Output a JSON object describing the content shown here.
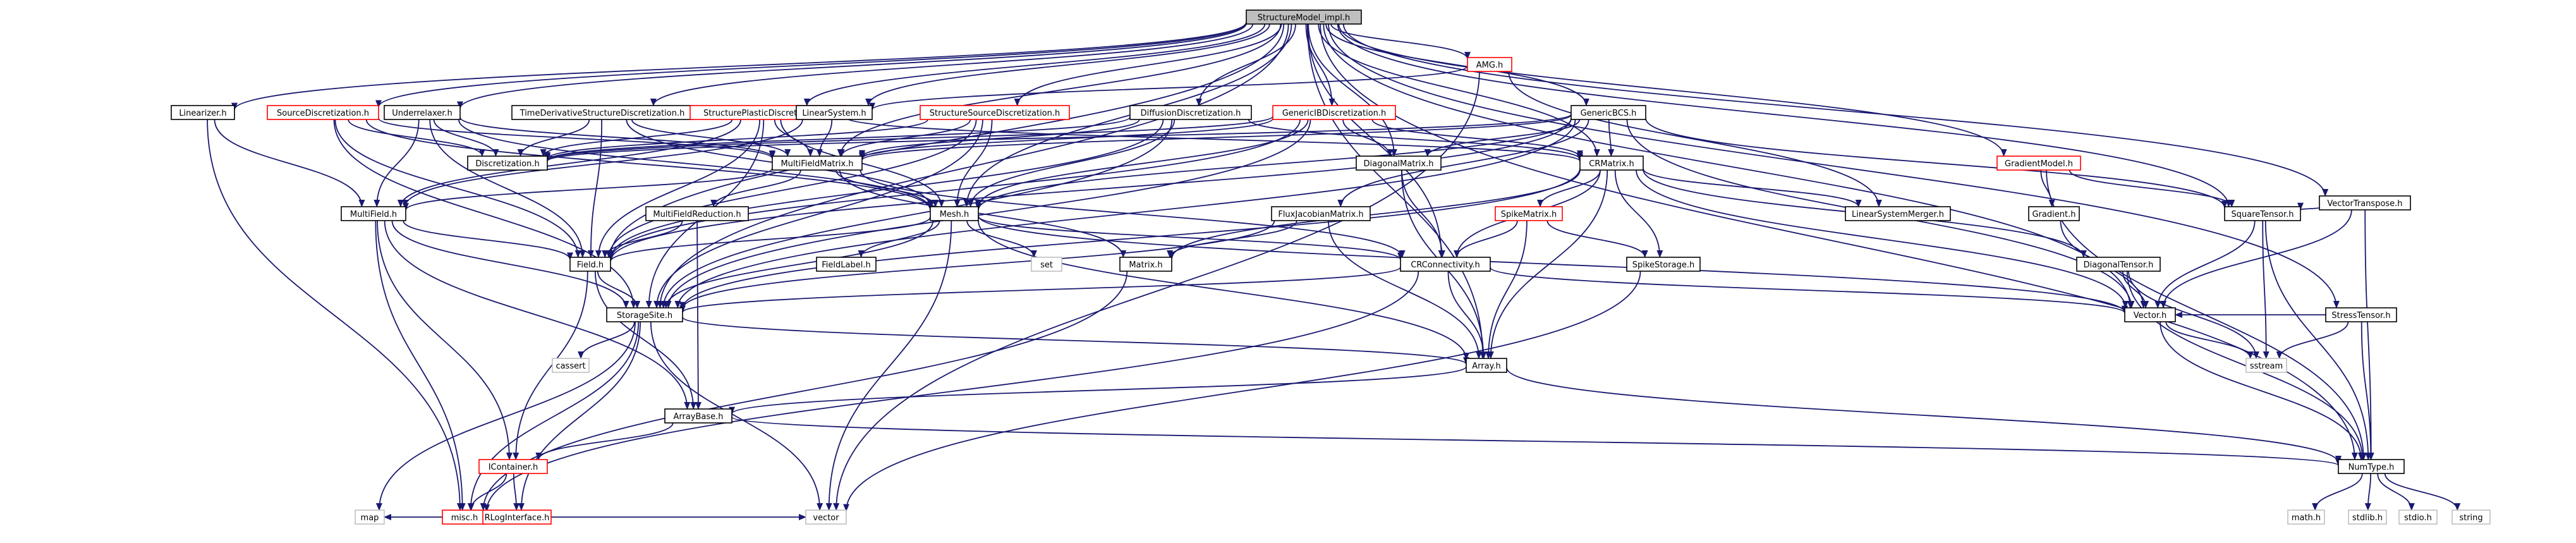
{
  "colors": {
    "edge": "#191970",
    "node_border": "#000000",
    "node_border_external": "#bfbfbf",
    "node_border_link": "#ff0000",
    "root_fill": "#bfbfbf",
    "text": "#000000"
  },
  "nodes": [
    {
      "id": "root",
      "label": "StructureModel_impl.h",
      "style": "root"
    },
    {
      "id": "amg",
      "label": "AMG.h",
      "style": "link"
    },
    {
      "id": "linearizer",
      "label": "Linearizer.h",
      "style": "normal"
    },
    {
      "id": "sourcedisc",
      "label": "SourceDiscretization.h",
      "style": "link"
    },
    {
      "id": "underrelaxer",
      "label": "Underrelaxer.h",
      "style": "normal"
    },
    {
      "id": "timederiv",
      "label": "TimeDerivativeStructureDiscretization.h",
      "style": "normal"
    },
    {
      "id": "structplastic",
      "label": "StructurePlasticDiscretization.h",
      "style": "link"
    },
    {
      "id": "linearsystem",
      "label": "LinearSystem.h",
      "style": "normal"
    },
    {
      "id": "structsource",
      "label": "StructureSourceDiscretization.h",
      "style": "link"
    },
    {
      "id": "diffdisc",
      "label": "DiffusionDiscretization.h",
      "style": "normal"
    },
    {
      "id": "genericib",
      "label": "GenericIBDiscretization.h",
      "style": "link"
    },
    {
      "id": "genericbcs",
      "label": "GenericBCS.h",
      "style": "normal"
    },
    {
      "id": "vectortranspose",
      "label": "VectorTranspose.h",
      "style": "normal"
    },
    {
      "id": "discretization",
      "label": "Discretization.h",
      "style": "normal"
    },
    {
      "id": "multifieldmatrix",
      "label": "MultiFieldMatrix.h",
      "style": "normal"
    },
    {
      "id": "diagonalmatrix",
      "label": "DiagonalMatrix.h",
      "style": "normal"
    },
    {
      "id": "crmatrix",
      "label": "CRMatrix.h",
      "style": "normal"
    },
    {
      "id": "gradientmodel",
      "label": "GradientModel.h",
      "style": "link"
    },
    {
      "id": "multifield",
      "label": "MultiField.h",
      "style": "normal"
    },
    {
      "id": "multifieldreduction",
      "label": "MultiFieldReduction.h",
      "style": "normal"
    },
    {
      "id": "mesh",
      "label": "Mesh.h",
      "style": "normal"
    },
    {
      "id": "fluxjacobian",
      "label": "FluxJacobianMatrix.h",
      "style": "normal"
    },
    {
      "id": "spikematrix",
      "label": "SpikeMatrix.h",
      "style": "link"
    },
    {
      "id": "linearsystemmerger",
      "label": "LinearSystemMerger.h",
      "style": "normal"
    },
    {
      "id": "gradient",
      "label": "Gradient.h",
      "style": "normal"
    },
    {
      "id": "squaretensor",
      "label": "SquareTensor.h",
      "style": "normal"
    },
    {
      "id": "field",
      "label": "Field.h",
      "style": "normal"
    },
    {
      "id": "set",
      "label": "set",
      "style": "external"
    },
    {
      "id": "fieldlabel",
      "label": "FieldLabel.h",
      "style": "normal"
    },
    {
      "id": "matrix",
      "label": "Matrix.h",
      "style": "normal"
    },
    {
      "id": "crconnectivity",
      "label": "CRConnectivity.h",
      "style": "normal"
    },
    {
      "id": "spikestorage",
      "label": "SpikeStorage.h",
      "style": "normal"
    },
    {
      "id": "diagonaltensor",
      "label": "DiagonalTensor.h",
      "style": "normal"
    },
    {
      "id": "stresstensor",
      "label": "StressTensor.h",
      "style": "normal"
    },
    {
      "id": "storagesite",
      "label": "StorageSite.h",
      "style": "normal"
    },
    {
      "id": "vector",
      "label": "Vector.h",
      "style": "normal"
    },
    {
      "id": "cassert",
      "label": "cassert",
      "style": "external"
    },
    {
      "id": "array",
      "label": "Array.h",
      "style": "normal"
    },
    {
      "id": "sstream",
      "label": "sstream",
      "style": "external"
    },
    {
      "id": "arraybase",
      "label": "ArrayBase.h",
      "style": "normal"
    },
    {
      "id": "icontainer",
      "label": "IContainer.h",
      "style": "link"
    },
    {
      "id": "numtype",
      "label": "NumType.h",
      "style": "normal"
    },
    {
      "id": "misc",
      "label": "misc.h",
      "style": "link"
    },
    {
      "id": "mathh",
      "label": "math.h",
      "style": "external"
    },
    {
      "id": "stdlib",
      "label": "stdlib.h",
      "style": "external"
    },
    {
      "id": "stdio",
      "label": "stdio.h",
      "style": "external"
    },
    {
      "id": "string",
      "label": "string",
      "style": "external"
    },
    {
      "id": "map",
      "label": "map",
      "style": "external"
    },
    {
      "id": "rlog",
      "label": "RLogInterface.h",
      "style": "link"
    },
    {
      "id": "vector_std",
      "label": "vector",
      "style": "external"
    }
  ],
  "edges": [
    [
      "root",
      "amg"
    ],
    [
      "root",
      "linearizer"
    ],
    [
      "root",
      "sourcedisc"
    ],
    [
      "root",
      "underrelaxer"
    ],
    [
      "root",
      "timederiv"
    ],
    [
      "root",
      "structplastic"
    ],
    [
      "root",
      "linearsystem"
    ],
    [
      "root",
      "structsource"
    ],
    [
      "root",
      "diffdisc"
    ],
    [
      "root",
      "genericib"
    ],
    [
      "root",
      "genericbcs"
    ],
    [
      "root",
      "vectortranspose"
    ],
    [
      "root",
      "stresstensor"
    ],
    [
      "root",
      "squaretensor"
    ],
    [
      "root",
      "vector"
    ],
    [
      "root",
      "numtype"
    ],
    [
      "root",
      "field"
    ],
    [
      "root",
      "storagesite"
    ],
    [
      "root",
      "mesh"
    ],
    [
      "root",
      "array"
    ],
    [
      "root",
      "multifieldmatrix"
    ],
    [
      "root",
      "diagonalmatrix"
    ],
    [
      "root",
      "crmatrix"
    ],
    [
      "root",
      "crconnectivity"
    ],
    [
      "root",
      "gradientmodel"
    ],
    [
      "amg",
      "linearsystem"
    ],
    [
      "amg",
      "linearsystemmerger"
    ],
    [
      "amg",
      "vector_std"
    ],
    [
      "linearizer",
      "multifield"
    ],
    [
      "linearizer",
      "misc"
    ],
    [
      "sourcedisc",
      "discretization"
    ],
    [
      "sourcedisc",
      "multifieldmatrix"
    ],
    [
      "sourcedisc",
      "mesh"
    ],
    [
      "sourcedisc",
      "field"
    ],
    [
      "sourcedisc",
      "storagesite"
    ],
    [
      "underrelaxer",
      "discretization"
    ],
    [
      "underrelaxer",
      "multifieldmatrix"
    ],
    [
      "underrelaxer",
      "multifield"
    ],
    [
      "underrelaxer",
      "mesh"
    ],
    [
      "underrelaxer",
      "field"
    ],
    [
      "timederiv",
      "discretization"
    ],
    [
      "timederiv",
      "multifieldmatrix"
    ],
    [
      "timederiv",
      "mesh"
    ],
    [
      "timederiv",
      "field"
    ],
    [
      "structplastic",
      "discretization"
    ],
    [
      "structplastic",
      "multifieldmatrix"
    ],
    [
      "structplastic",
      "multifield"
    ],
    [
      "structplastic",
      "mesh"
    ],
    [
      "structplastic",
      "crmatrix"
    ],
    [
      "structplastic",
      "field"
    ],
    [
      "structplastic",
      "storagesite"
    ],
    [
      "linearsystem",
      "multifieldmatrix"
    ],
    [
      "linearsystem",
      "multifield"
    ],
    [
      "structsource",
      "discretization"
    ],
    [
      "structsource",
      "multifieldmatrix"
    ],
    [
      "structsource",
      "mesh"
    ],
    [
      "structsource",
      "field"
    ],
    [
      "structsource",
      "storagesite"
    ],
    [
      "diffdisc",
      "discretization"
    ],
    [
      "diffdisc",
      "multifieldmatrix"
    ],
    [
      "diffdisc",
      "mesh"
    ],
    [
      "diffdisc",
      "crmatrix"
    ],
    [
      "diffdisc",
      "field"
    ],
    [
      "diffdisc",
      "storagesite"
    ],
    [
      "genericib",
      "discretization"
    ],
    [
      "genericib",
      "multifieldmatrix"
    ],
    [
      "genericib",
      "mesh"
    ],
    [
      "genericib",
      "crmatrix"
    ],
    [
      "genericib",
      "diagonalmatrix"
    ],
    [
      "genericib",
      "field"
    ],
    [
      "genericib",
      "storagesite"
    ],
    [
      "genericbcs",
      "multifieldmatrix"
    ],
    [
      "genericbcs",
      "crmatrix"
    ],
    [
      "genericbcs",
      "mesh"
    ],
    [
      "genericbcs",
      "field"
    ],
    [
      "genericbcs",
      "storagesite"
    ],
    [
      "genericbcs",
      "fluxjacobian"
    ],
    [
      "genericbcs",
      "diagonalmatrix"
    ],
    [
      "genericbcs",
      "squaretensor"
    ],
    [
      "genericbcs",
      "vector"
    ],
    [
      "genericbcs",
      "discretization"
    ],
    [
      "vectortranspose",
      "squaretensor"
    ],
    [
      "vectortranspose",
      "vector"
    ],
    [
      "vectortranspose",
      "numtype"
    ],
    [
      "multifieldmatrix",
      "multifield"
    ],
    [
      "multifieldmatrix",
      "multifieldreduction"
    ],
    [
      "multifieldmatrix",
      "mesh"
    ],
    [
      "multifieldmatrix",
      "matrix"
    ],
    [
      "multifieldmatrix",
      "crconnectivity"
    ],
    [
      "diagonalmatrix",
      "crconnectivity"
    ],
    [
      "diagonalmatrix",
      "array"
    ],
    [
      "crmatrix",
      "matrix"
    ],
    [
      "crmatrix",
      "crconnectivity"
    ],
    [
      "crmatrix",
      "array"
    ],
    [
      "crmatrix",
      "storagesite"
    ],
    [
      "crmatrix",
      "linearsystemmerger"
    ],
    [
      "crmatrix",
      "spikematrix"
    ],
    [
      "crmatrix",
      "spikestorage"
    ],
    [
      "crmatrix",
      "vector"
    ],
    [
      "crmatrix",
      "diagonaltensor"
    ],
    [
      "gradientmodel",
      "gradient"
    ],
    [
      "gradientmodel",
      "squaretensor"
    ],
    [
      "gradientmodel",
      "numtype"
    ],
    [
      "multifield",
      "field"
    ],
    [
      "multifield",
      "storagesite"
    ],
    [
      "multifield",
      "arraybase"
    ],
    [
      "multifield",
      "icontainer"
    ],
    [
      "multifield",
      "misc"
    ],
    [
      "multifieldreduction",
      "field"
    ],
    [
      "multifieldreduction",
      "arraybase"
    ],
    [
      "mesh",
      "field"
    ],
    [
      "mesh",
      "storagesite"
    ],
    [
      "mesh",
      "set"
    ],
    [
      "mesh",
      "fieldlabel"
    ],
    [
      "mesh",
      "crconnectivity"
    ],
    [
      "mesh",
      "vector"
    ],
    [
      "mesh",
      "vector_std"
    ],
    [
      "mesh",
      "array"
    ],
    [
      "fluxjacobian",
      "matrix"
    ],
    [
      "fluxjacobian",
      "storagesite"
    ],
    [
      "fluxjacobian",
      "array"
    ],
    [
      "spikematrix",
      "spikestorage"
    ],
    [
      "spikematrix",
      "crconnectivity"
    ],
    [
      "spikematrix",
      "array"
    ],
    [
      "gradient",
      "vector"
    ],
    [
      "squaretensor",
      "vector"
    ],
    [
      "squaretensor",
      "sstream"
    ],
    [
      "squaretensor",
      "numtype"
    ],
    [
      "field",
      "storagesite"
    ],
    [
      "field",
      "arraybase"
    ],
    [
      "field",
      "icontainer"
    ],
    [
      "matrix",
      "misc"
    ],
    [
      "crconnectivity",
      "storagesite"
    ],
    [
      "crconnectivity",
      "array"
    ],
    [
      "crconnectivity",
      "vector"
    ],
    [
      "crconnectivity",
      "misc"
    ],
    [
      "spikestorage",
      "vector_std"
    ],
    [
      "diagonaltensor",
      "vector"
    ],
    [
      "diagonaltensor",
      "sstream"
    ],
    [
      "diagonaltensor",
      "numtype"
    ],
    [
      "stresstensor",
      "vector"
    ],
    [
      "stresstensor",
      "sstream"
    ],
    [
      "stresstensor",
      "numtype"
    ],
    [
      "storagesite",
      "array"
    ],
    [
      "storagesite",
      "cassert"
    ],
    [
      "storagesite",
      "misc"
    ],
    [
      "storagesite",
      "map"
    ],
    [
      "storagesite",
      "rlog"
    ],
    [
      "storagesite",
      "vector_std"
    ],
    [
      "vector",
      "sstream"
    ],
    [
      "vector",
      "numtype"
    ],
    [
      "array",
      "arraybase"
    ],
    [
      "array",
      "numtype"
    ],
    [
      "arraybase",
      "icontainer"
    ],
    [
      "arraybase",
      "numtype"
    ],
    [
      "icontainer",
      "misc"
    ],
    [
      "icontainer",
      "rlog"
    ],
    [
      "numtype",
      "mathh"
    ],
    [
      "numtype",
      "stdlib"
    ],
    [
      "numtype",
      "stdio"
    ],
    [
      "numtype",
      "string"
    ],
    [
      "misc",
      "map"
    ],
    [
      "misc",
      "rlog"
    ],
    [
      "misc",
      "vector_std"
    ]
  ]
}
